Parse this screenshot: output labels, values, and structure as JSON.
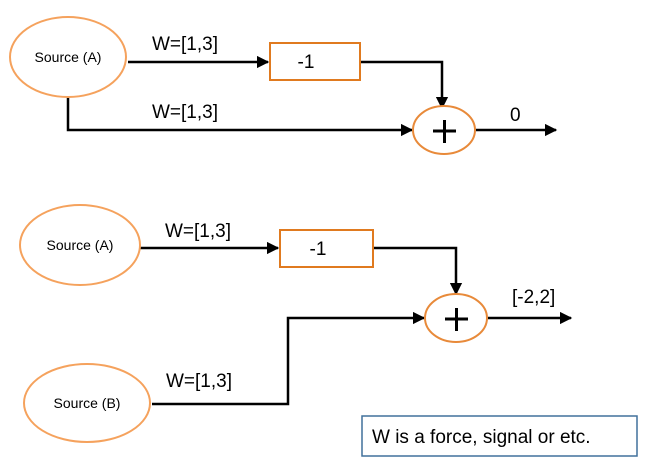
{
  "diagram_top": {
    "source_label": "Source (A)",
    "weight_upper": "W=[1,3]",
    "weight_lower": "W=[1,3]",
    "gain_label": "-1",
    "sum_symbol": "+",
    "output_label": "0"
  },
  "diagram_bottom": {
    "source_a_label": "Source (A)",
    "source_b_label": "Source (B)",
    "weight_a": "W=[1,3]",
    "weight_b": "W=[1,3]",
    "gain_label": "-1",
    "sum_symbol": "+",
    "output_label": "[-2,2]"
  },
  "note": {
    "text": "W is a force, signal or etc."
  },
  "colors": {
    "oval_stroke": "#f5a25d",
    "box_stroke": "#e07a1f",
    "note_stroke": "#41719c"
  }
}
